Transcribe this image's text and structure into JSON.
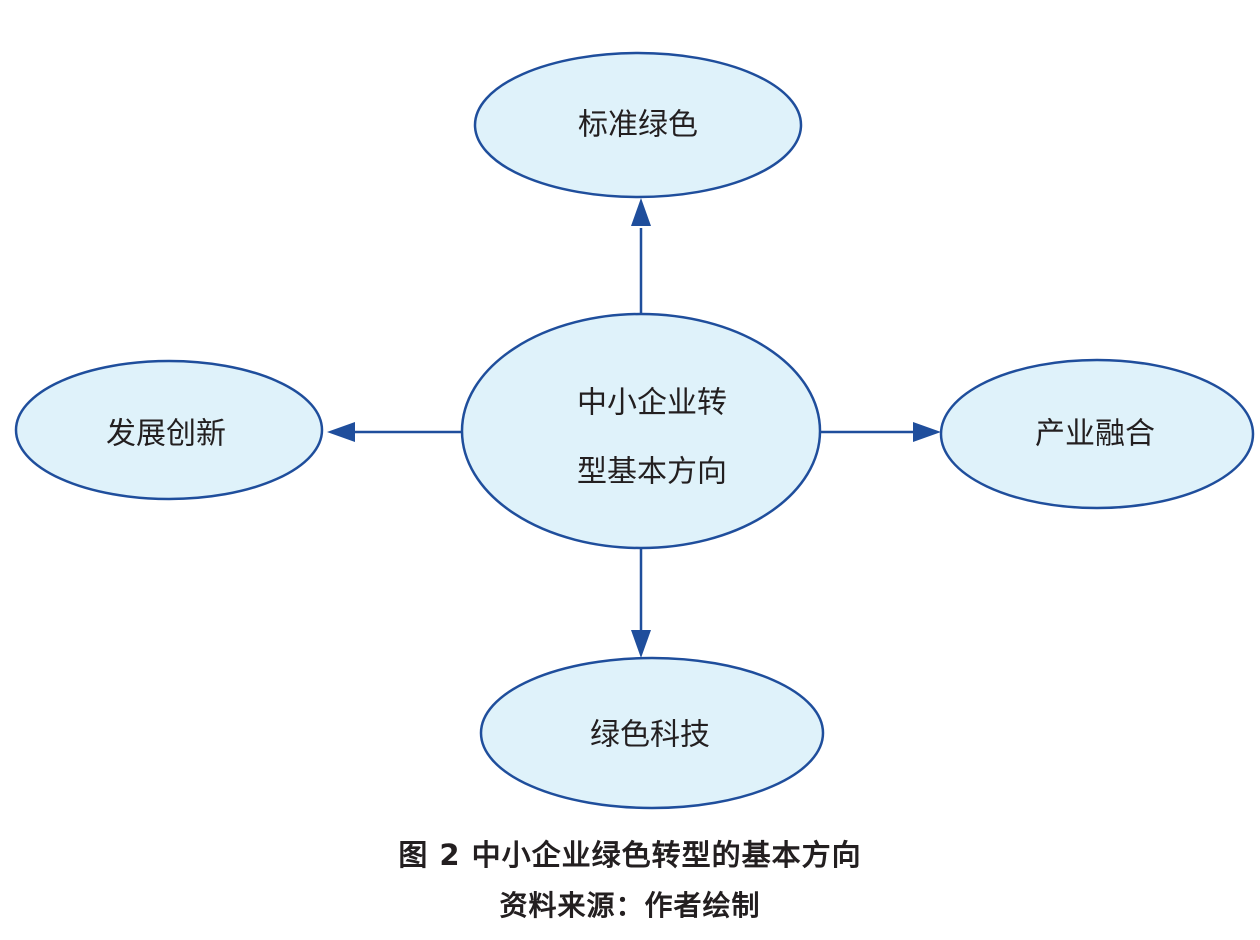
{
  "colors": {
    "node_fill": "#dff2fa",
    "node_stroke": "#1f4e9c",
    "arrow": "#1f4e9c",
    "text": "#231f20"
  },
  "nodes": {
    "center": {
      "line1": "中小企业转",
      "line2": "型基本方向"
    },
    "top": {
      "label": "标准绿色"
    },
    "left": {
      "label": "发展创新"
    },
    "right": {
      "label": "产业融合"
    },
    "bottom": {
      "label": "绿色科技"
    }
  },
  "edges": [
    {
      "from": "center",
      "to": "top"
    },
    {
      "from": "center",
      "to": "left"
    },
    {
      "from": "center",
      "to": "right"
    },
    {
      "from": "center",
      "to": "bottom"
    }
  ],
  "caption": {
    "figure": "图 2  中小企业绿色转型的基本方向",
    "source": "资料来源：作者绘制"
  }
}
